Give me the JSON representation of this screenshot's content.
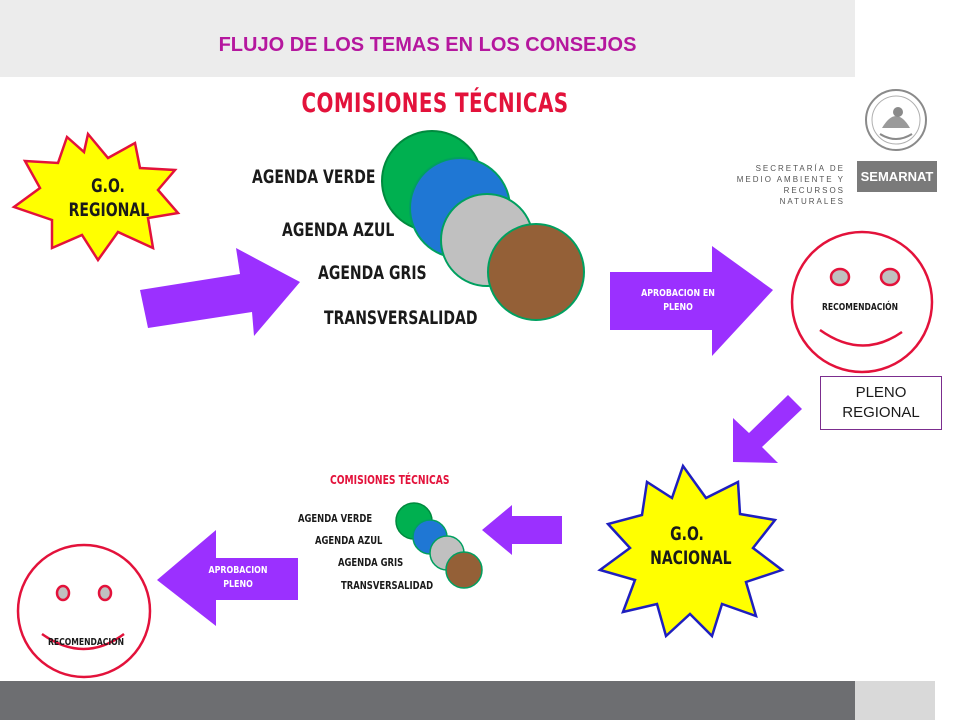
{
  "header": {
    "title": "FLUJO DE LOS TEMAS EN LOS CONSEJOS",
    "subtitle": "COMISIONES TÉCNICAS"
  },
  "logo": {
    "lines": [
      "SECRETARÍA DE",
      "MEDIO AMBIENTE Y",
      "RECURSOS NATURALES"
    ],
    "brand": "SEMARNAT"
  },
  "top_flow": {
    "start_star": [
      "G.O.",
      "REGIONAL"
    ],
    "agendas": [
      "AGENDA VERDE",
      "AGENDA AZUL",
      "AGENDA GRIS",
      "TRANSVERSALIDAD"
    ],
    "approval_arrow": [
      "APROBACION EN",
      "PLENO"
    ],
    "face_label": "RECOMENDACIÓN",
    "pleno_box": [
      "PLENO",
      "REGIONAL"
    ]
  },
  "bottom_flow": {
    "star": [
      "G.O.",
      "NACIONAL"
    ],
    "comisiones_label": "COMISIONES TÉCNICAS",
    "agendas": [
      "AGENDA VERDE",
      "AGENDA AZUL",
      "AGENDA GRIS",
      "TRANSVERSALIDAD"
    ],
    "approval_arrow": [
      "APROBACION",
      "PLENO"
    ],
    "face_label": "RECOMENDACION"
  },
  "colors": {
    "title": "#b5179e",
    "subtitle": "#e3123b",
    "arrow": "#9b30ff",
    "star_fill": "#ffff00",
    "star_red_stroke": "#e3123b",
    "star_blue_stroke": "#1f1fbf",
    "face": "#e3123b",
    "green": "#00b050",
    "blue": "#1f77d4",
    "gray": "#c0c0c0",
    "brown": "#946037"
  }
}
